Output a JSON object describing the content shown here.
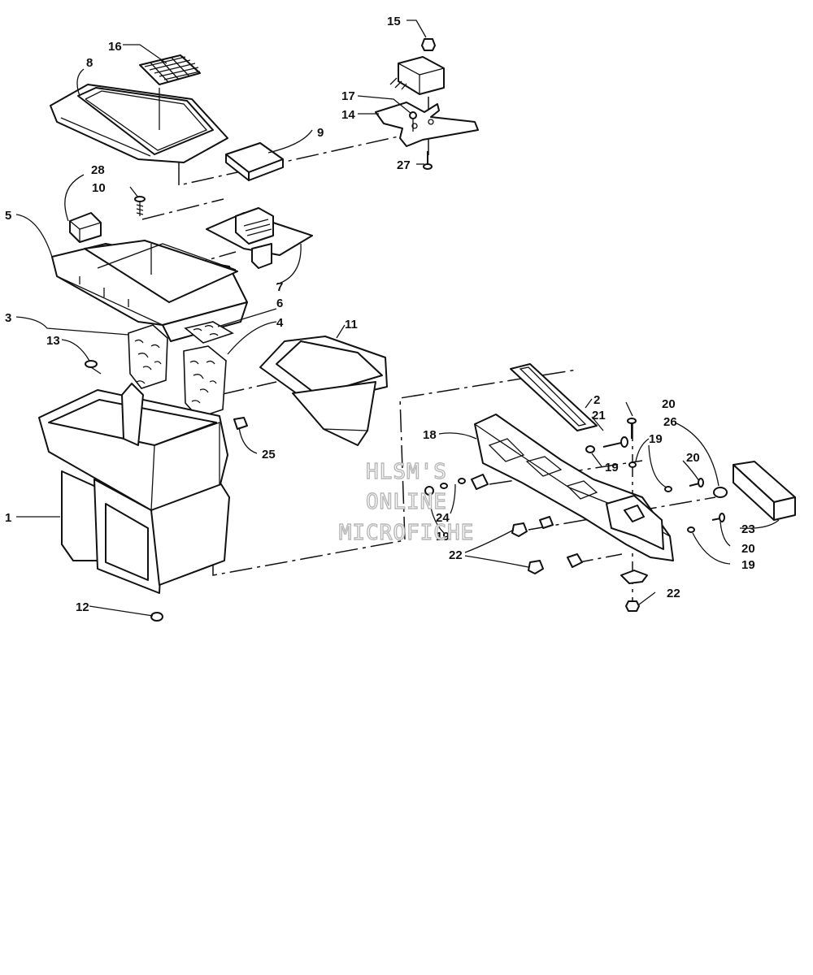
{
  "watermark": {
    "line1": "HLSM'S",
    "line2": "ONLINE",
    "line3": "MICROFICHE"
  },
  "callouts": [
    {
      "id": "c1",
      "text": "1"
    },
    {
      "id": "c2",
      "text": "2"
    },
    {
      "id": "c3",
      "text": "3"
    },
    {
      "id": "c4",
      "text": "4"
    },
    {
      "id": "c5",
      "text": "5"
    },
    {
      "id": "c6",
      "text": "6"
    },
    {
      "id": "c7",
      "text": "7"
    },
    {
      "id": "c8",
      "text": "8"
    },
    {
      "id": "c9",
      "text": "9"
    },
    {
      "id": "c10",
      "text": "10"
    },
    {
      "id": "c11",
      "text": "11"
    },
    {
      "id": "c12",
      "text": "12"
    },
    {
      "id": "c13",
      "text": "13"
    },
    {
      "id": "c14",
      "text": "14"
    },
    {
      "id": "c15",
      "text": "15"
    },
    {
      "id": "c16",
      "text": "16"
    },
    {
      "id": "c17",
      "text": "17"
    },
    {
      "id": "c18",
      "text": "18"
    },
    {
      "id": "c19a",
      "text": "19"
    },
    {
      "id": "c19b",
      "text": "19"
    },
    {
      "id": "c19c",
      "text": "19"
    },
    {
      "id": "c19d",
      "text": "19"
    },
    {
      "id": "c20a",
      "text": "20"
    },
    {
      "id": "c20b",
      "text": "20"
    },
    {
      "id": "c20c",
      "text": "20"
    },
    {
      "id": "c21",
      "text": "21"
    },
    {
      "id": "c22a",
      "text": "22"
    },
    {
      "id": "c22b",
      "text": "22"
    },
    {
      "id": "c23",
      "text": "23"
    },
    {
      "id": "c24",
      "text": "24"
    },
    {
      "id": "c25",
      "text": "25"
    },
    {
      "id": "c26",
      "text": "26"
    },
    {
      "id": "c27",
      "text": "27"
    },
    {
      "id": "c28",
      "text": "28"
    }
  ]
}
